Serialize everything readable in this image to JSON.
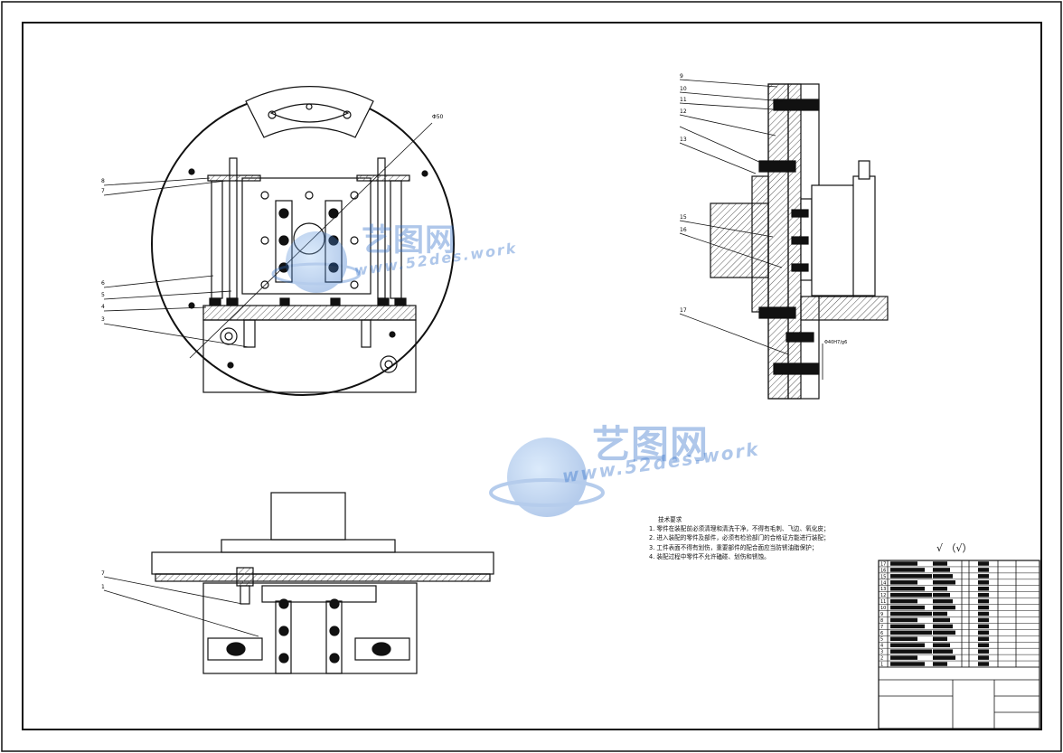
{
  "tech_requirements": {
    "title": "技术要求",
    "items": [
      "1. 零件在装配前必须清理和清洗干净，不得有毛刺、飞边、氧化皮；",
      "2. 进入装配的零件及部件，必须有检验部门的合格证方能进行装配；",
      "3. 工件表面不得有划伤，重要部件的配合面应当防锈油脂保护；",
      "4. 装配过程中零件不允许磕碰、划伤和锈蚀。"
    ]
  },
  "roughness_note": "√ （√）",
  "labels": {
    "top_left_view": [
      "8",
      "7",
      "6",
      "5",
      "4",
      "3"
    ],
    "hole_dim": "Φ50",
    "right_view": [
      "9",
      "10",
      "11",
      "12",
      "13",
      "15",
      "16",
      "17"
    ],
    "right_fit": "Φ40H7/g6",
    "bottom_view": [
      "7",
      "1"
    ]
  },
  "title_block_rows": [
    "17",
    "16",
    "15",
    "14",
    "13",
    "12",
    "11",
    "10",
    "9",
    "8",
    "7",
    "6",
    "5",
    "4",
    "3",
    "2",
    "1"
  ],
  "watermark": {
    "brand_cn": "艺图网",
    "url": "www.52des.work"
  },
  "colors": {
    "line": "#111111",
    "hatch": "#555555",
    "watermark": "#2f6fc9"
  }
}
